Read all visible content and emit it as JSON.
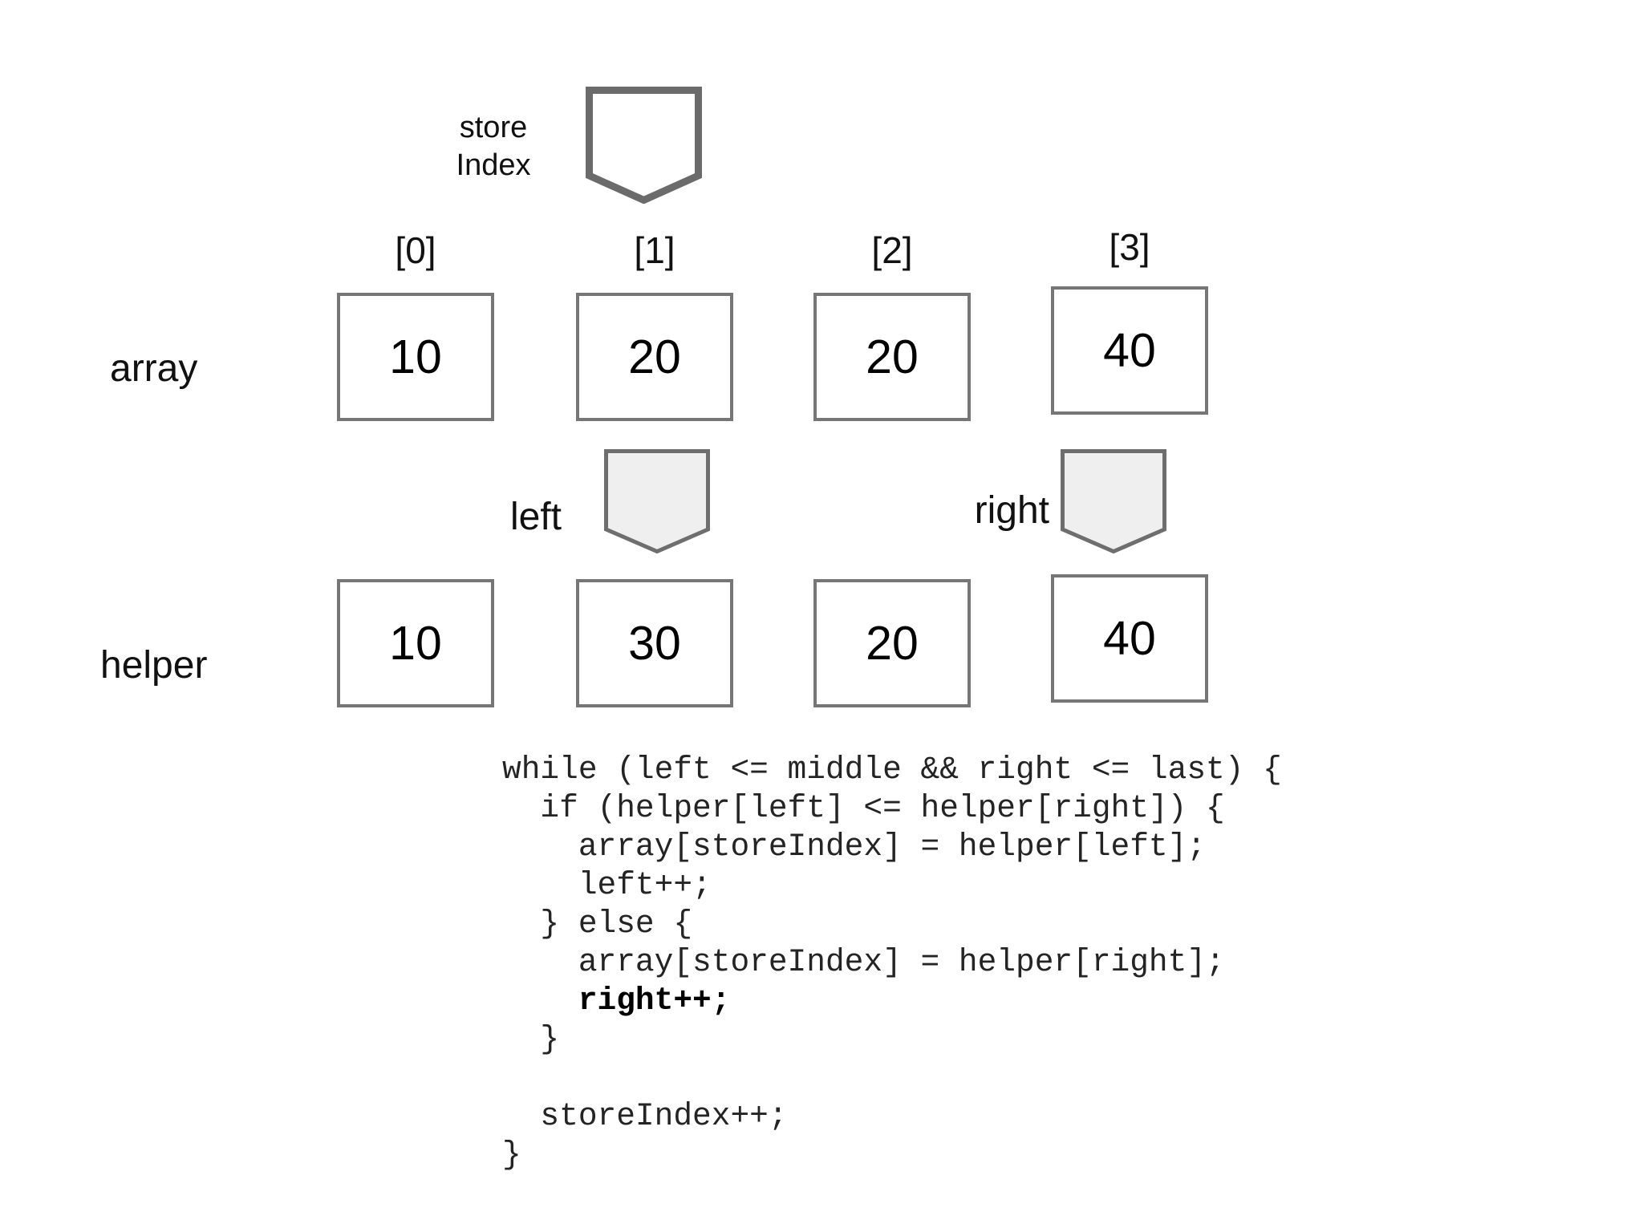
{
  "diagram": {
    "store_pointer": {
      "label_line1": "store",
      "label_line2": "Index"
    },
    "left_pointer": {
      "label": "left"
    },
    "right_pointer": {
      "label": "right"
    },
    "indices": [
      "[0]",
      "[1]",
      "[2]",
      "[3]"
    ],
    "array_row": {
      "label": "array",
      "values": [
        "10",
        "20",
        "20",
        "40"
      ]
    },
    "helper_row": {
      "label": "helper",
      "values": [
        "10",
        "30",
        "20",
        "40"
      ]
    }
  },
  "code": {
    "lines": [
      "while (left <= middle && right <= last) {",
      "  if (helper[left] <= helper[right]) {",
      "    array[storeIndex] = helper[left];",
      "    left++;",
      "  } else {",
      "    array[storeIndex] = helper[right];",
      "    right++;",
      "  }",
      "",
      "  storeIndex++;",
      "}"
    ]
  },
  "colors": {
    "text": "#000000",
    "box_border": "#767676",
    "pointer_border": "#6e6e6e",
    "pointer_fill": "#efefef",
    "store_pointer_border": "#6b6b6b",
    "store_pointer_fill": "#ffffff"
  }
}
